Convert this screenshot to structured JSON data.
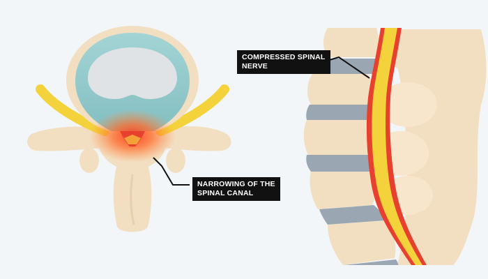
{
  "labels": {
    "compressed_nerve": {
      "line1": "COMPRESSED SPINAL",
      "line2": "NERVE"
    },
    "canal_narrowing": {
      "line1": "NARROWING OF THE",
      "line2": "SPINAL CANAL"
    }
  },
  "colors": {
    "bone": "#f2dfc2",
    "bone_shade": "#e6cfae",
    "disc_outer": "#92c9cb",
    "disc_inner": "#dfe3e6",
    "nerve": "#f4d23c",
    "inflammation": "#e8402e",
    "inter_disc": "#9aa7b3",
    "label_bg": "#111111",
    "label_text": "#ffffff"
  }
}
